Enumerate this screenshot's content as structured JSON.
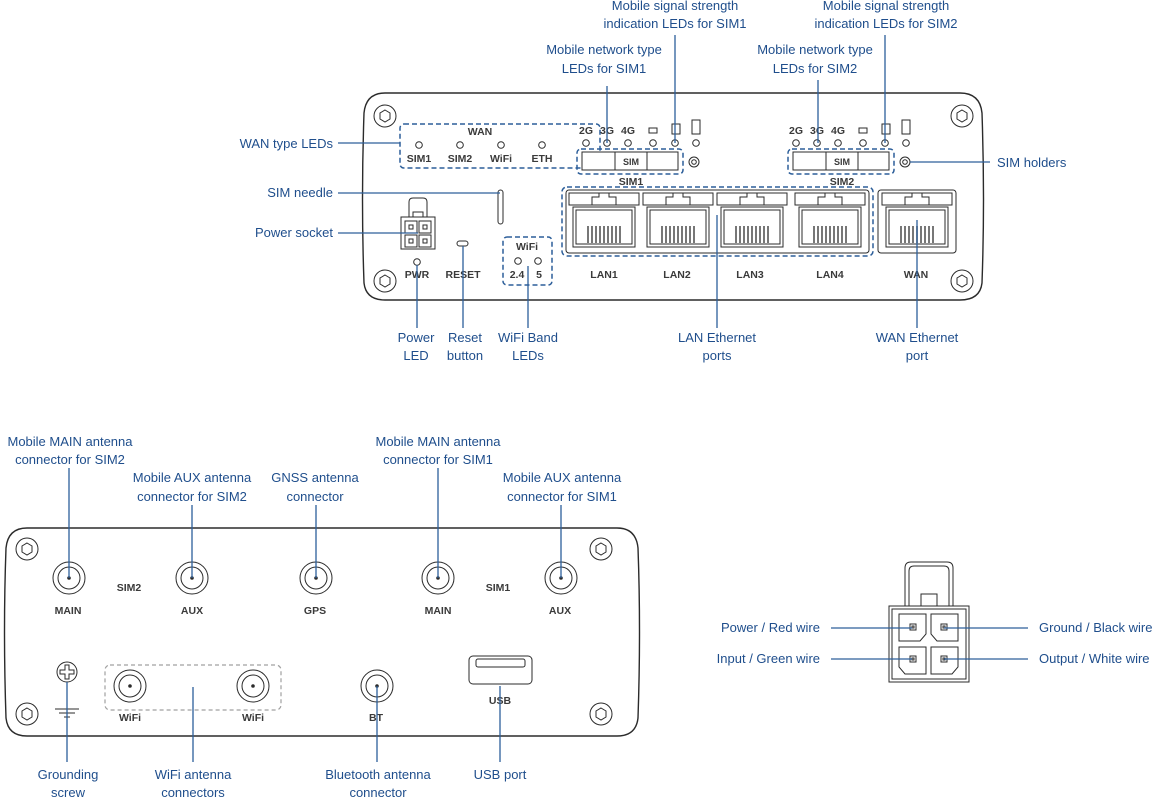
{
  "colors": {
    "callout_text": "#1f4e8c",
    "leader_line": "#2d5f9a",
    "outline": "#2b2b2b",
    "panel_text": "#3a3a3a",
    "wifi_group_border": "#a0a0a0"
  },
  "front_panel": {
    "wan_group": {
      "title": "WAN",
      "leds": [
        "SIM1",
        "SIM2",
        "WiFi",
        "ETH"
      ]
    },
    "sim1_leds": [
      "2G",
      "3G",
      "4G"
    ],
    "sim2_leds": [
      "2G",
      "3G",
      "4G"
    ],
    "sim_slot_label": "SIM",
    "sim1_label": "SIM1",
    "sim2_label": "SIM2",
    "pwr_label": "PWR",
    "reset_label": "RESET",
    "wifi_group": {
      "title": "WiFi",
      "bands": [
        "2.4",
        "5"
      ]
    },
    "lan_ports": [
      "LAN1",
      "LAN2",
      "LAN3",
      "LAN4"
    ],
    "wan_port": "WAN"
  },
  "front_callouts": {
    "signal_sim1": [
      "Mobile signal strength",
      "indication LEDs for SIM1"
    ],
    "signal_sim2": [
      "Mobile signal strength",
      "indication LEDs for SIM2"
    ],
    "network_sim1": [
      "Mobile network type",
      "LEDs for SIM1"
    ],
    "network_sim2": [
      "Mobile network type",
      "LEDs for SIM2"
    ],
    "wan_type_leds": "WAN type LEDs",
    "sim_needle": "SIM needle",
    "power_socket": "Power socket",
    "sim_holders": "SIM holders",
    "power_led": [
      "Power",
      "LED"
    ],
    "reset_button": [
      "Reset",
      "button"
    ],
    "wifi_band_leds": [
      "WiFi Band",
      "LEDs"
    ],
    "lan_ethernet": [
      "LAN Ethernet",
      "ports"
    ],
    "wan_ethernet": [
      "WAN Ethernet",
      "port"
    ]
  },
  "back_panel": {
    "sim2_label": "SIM2",
    "sim1_label": "SIM1",
    "connectors_top": [
      "MAIN",
      "AUX",
      "GPS",
      "MAIN",
      "AUX"
    ],
    "wifi_labels": [
      "WiFi",
      "WiFi"
    ],
    "bt_label": "BT",
    "usb_label": "USB"
  },
  "back_callouts": {
    "main_sim2": [
      "Mobile MAIN antenna",
      "connector for SIM2"
    ],
    "aux_sim2": [
      "Mobile AUX antenna",
      "connector for SIM2"
    ],
    "gnss": [
      "GNSS antenna",
      "connector"
    ],
    "main_sim1": [
      "Mobile MAIN antenna",
      "connector for SIM1"
    ],
    "aux_sim1": [
      "Mobile AUX antenna",
      "connector for SIM1"
    ],
    "grounding": [
      "Grounding",
      "screw"
    ],
    "wifi_antenna": [
      "WiFi antenna",
      "connectors"
    ],
    "bluetooth": [
      "Bluetooth antenna",
      "connector"
    ],
    "usb": "USB port"
  },
  "power_connector": {
    "power": "Power / Red wire",
    "input": "Input / Green wire",
    "ground": "Ground / Black wire",
    "output": "Output / White wire"
  }
}
